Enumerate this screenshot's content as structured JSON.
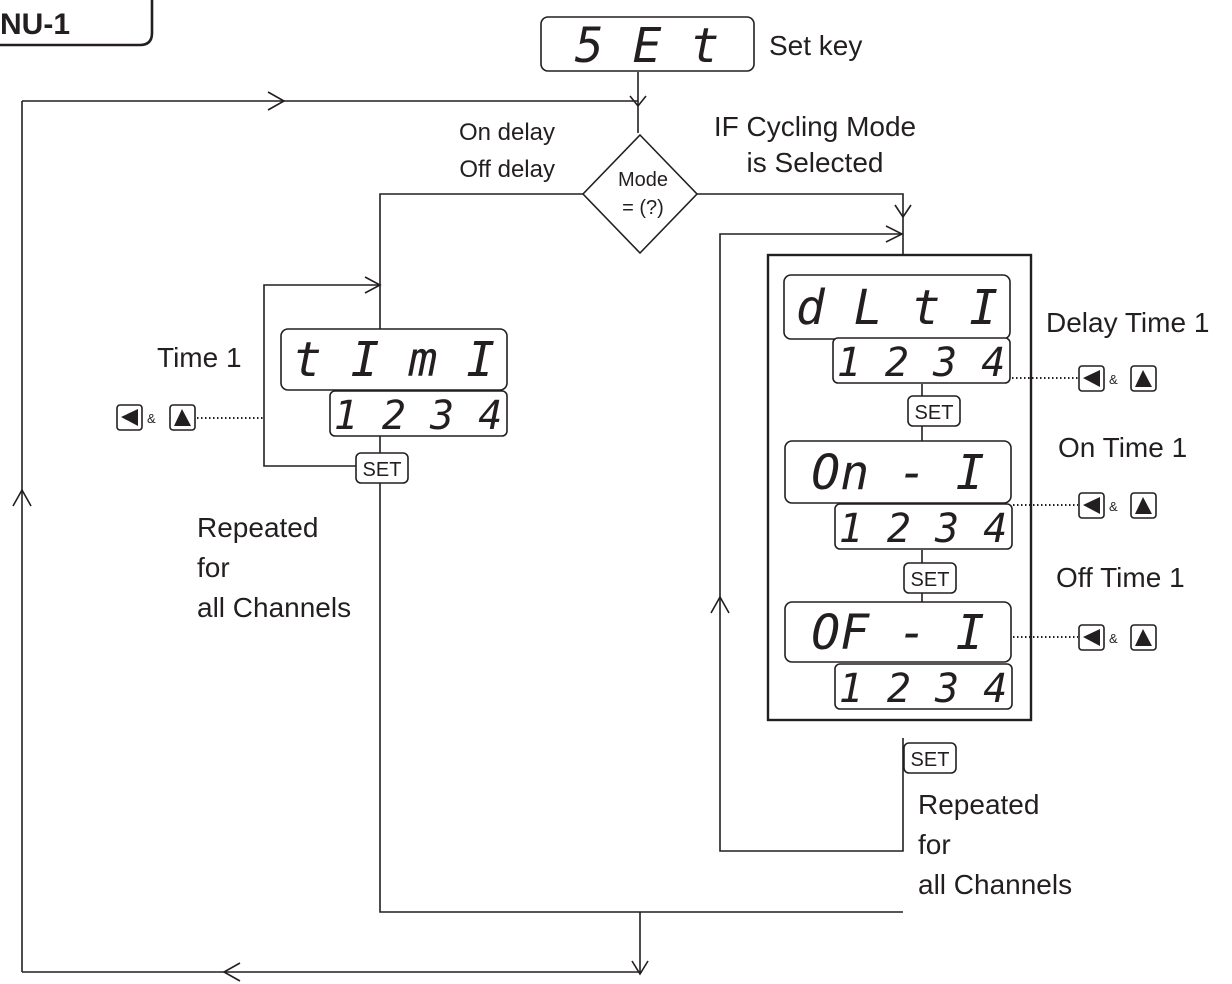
{
  "menu_tab": "NU-1",
  "set_display": "5 E t",
  "set_key_label": "Set key",
  "decision": {
    "line1": "Mode",
    "line2": "= (?)",
    "left_branch": [
      "On delay",
      "Off delay"
    ],
    "right_branch": [
      "IF Cycling Mode",
      "is Selected"
    ]
  },
  "time1": {
    "label": "Time 1",
    "param_display": "t I m I",
    "value_display": "1 2 3 4"
  },
  "delay_time": {
    "label": "Delay Time 1",
    "param_display": "d L t  I",
    "value_display": "1 2 3 4"
  },
  "on_time": {
    "label": "On Time 1",
    "param_display": "On - I",
    "value_display": "1 2 3 4"
  },
  "off_time": {
    "label": "Off Time 1",
    "param_display": "OF - I",
    "value_display": "1 2 3 4"
  },
  "set_button": "SET",
  "amp": "&",
  "repeated_left": [
    "Repeated",
    "for",
    "all Channels"
  ],
  "repeated_right": [
    "Repeated",
    "for",
    "all Channels"
  ],
  "icons": {
    "left_key": "left-arrow-key-icon",
    "up_key": "up-arrow-key-icon"
  }
}
